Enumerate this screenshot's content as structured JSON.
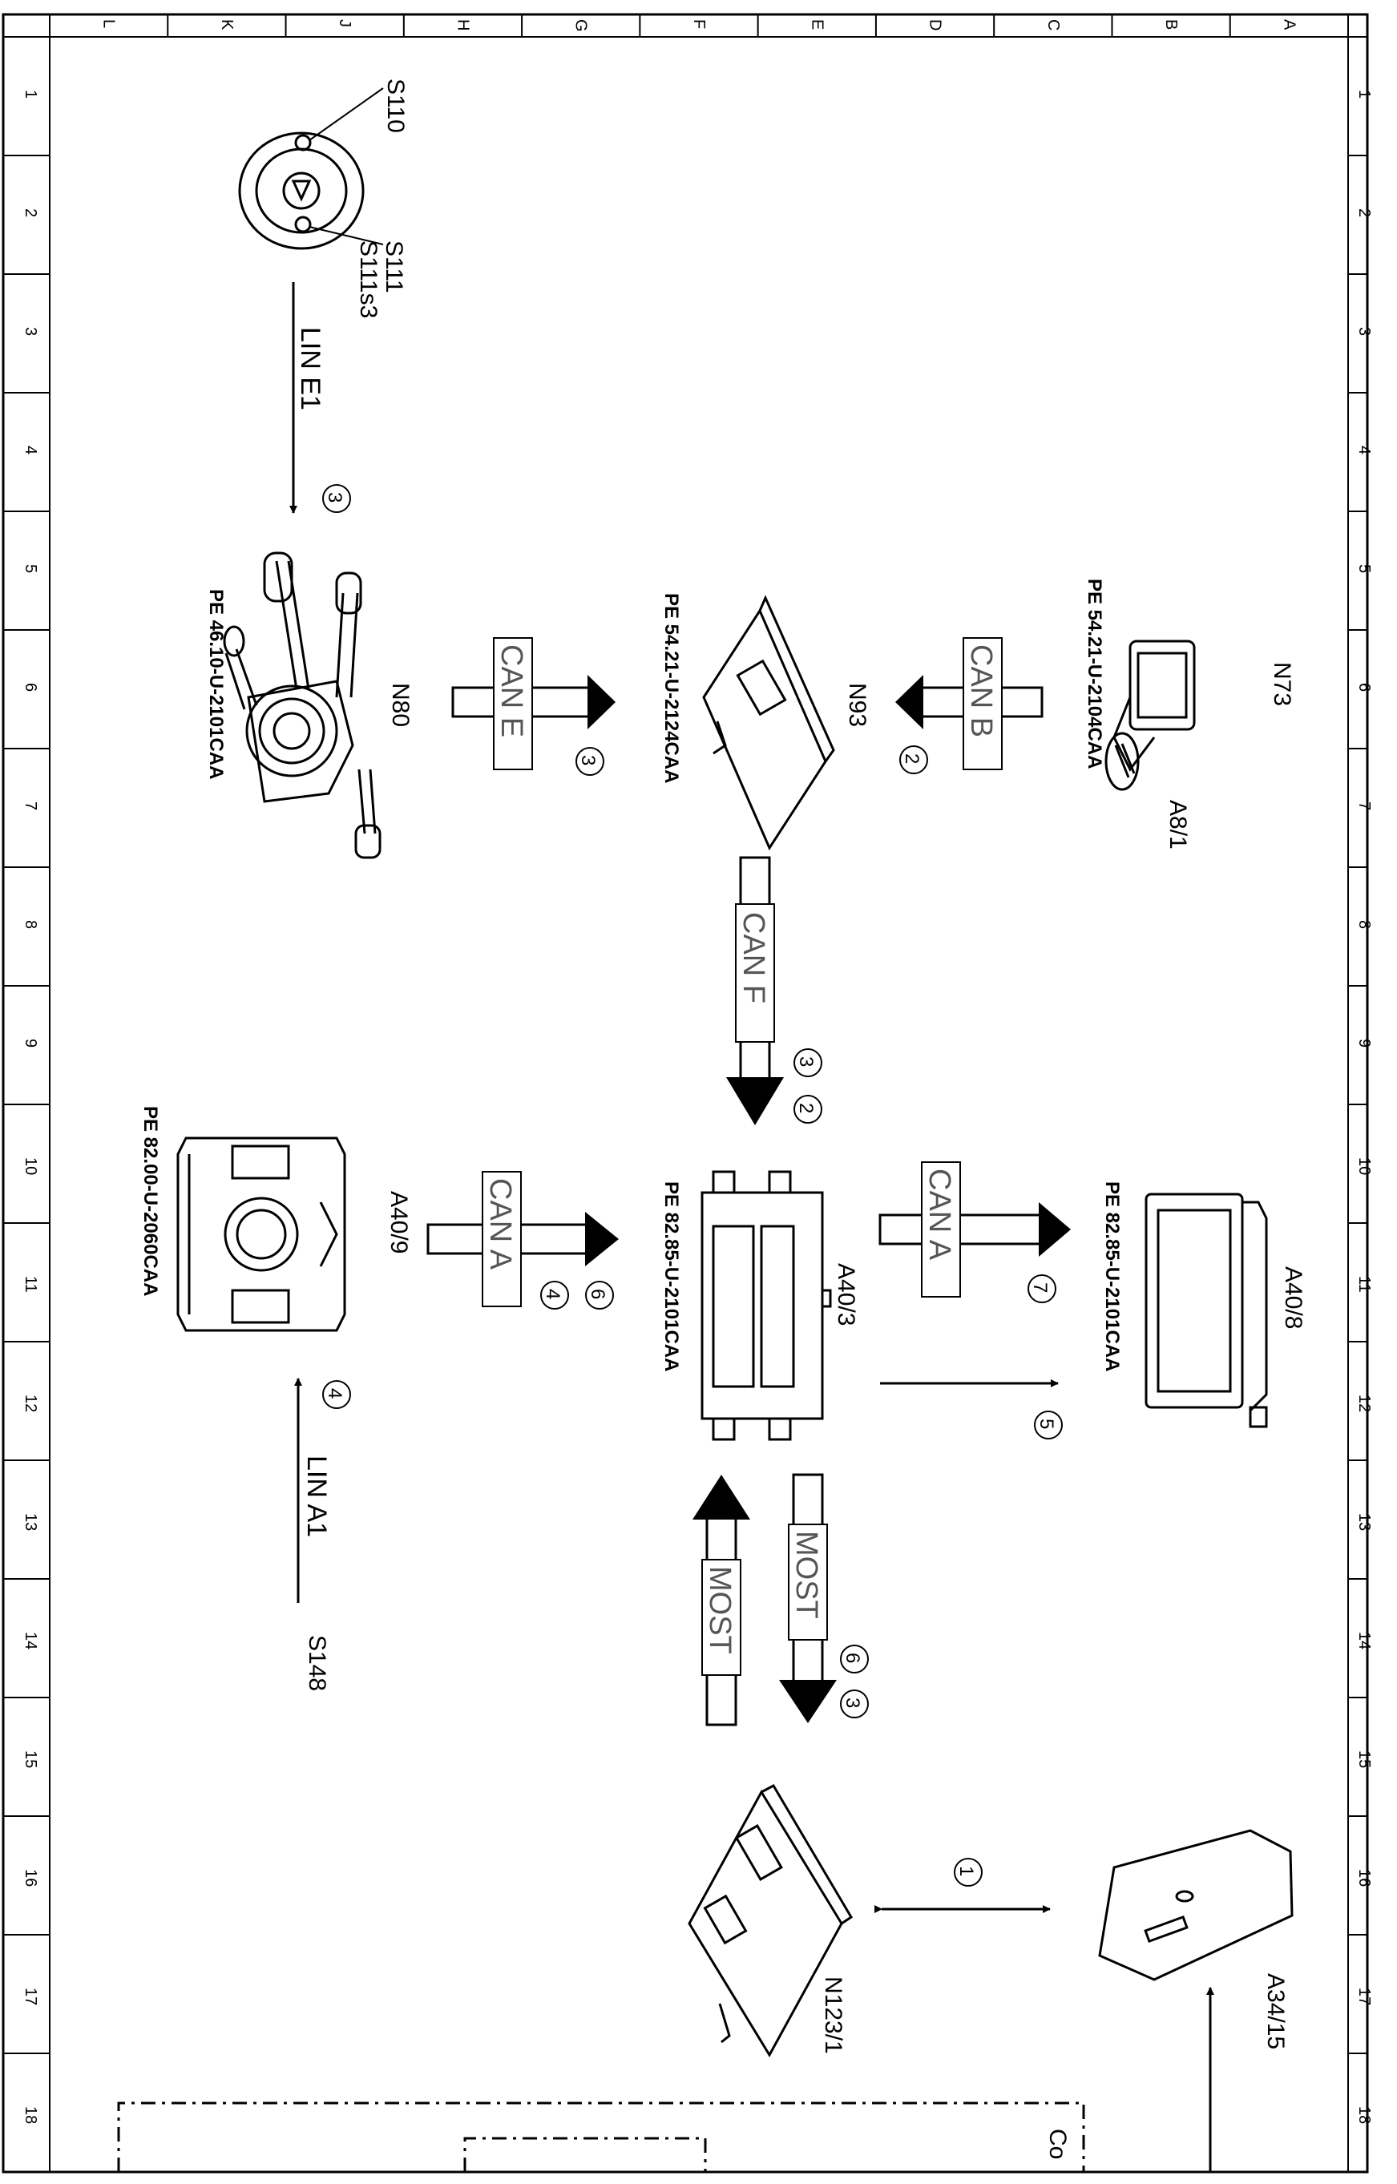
{
  "grid": {
    "columns": [
      "L",
      "K",
      "J",
      "H",
      "G",
      "F",
      "E",
      "D",
      "C",
      "B",
      "A"
    ],
    "rows": [
      "1",
      "2",
      "3",
      "4",
      "5",
      "6",
      "7",
      "8",
      "9",
      "10",
      "11",
      "12",
      "13",
      "14",
      "15",
      "16",
      "17",
      "18"
    ]
  },
  "components": {
    "steering_wheel": {
      "labels": [
        "S110",
        "S111",
        "S111s3"
      ]
    },
    "n80": {
      "label": "N80",
      "ref": "PE 46.10-U-2101CAA"
    },
    "n93": {
      "label": "N93",
      "ref": "PE 54.21-U-2124CAA"
    },
    "n73": {
      "label": "N73",
      "sub_label": "A8/1",
      "ref": "PE 54.21-U-2104CAA"
    },
    "a40_9": {
      "label": "A40/9",
      "ref": "PE 82.00-U-2060CAA"
    },
    "a40_3": {
      "label": "A40/3",
      "ref": "PE 82.85-U-2101CAA"
    },
    "a40_8": {
      "label": "A40/8",
      "ref": "PE 82.85-U-2101CAA"
    },
    "s148": {
      "label": "S148"
    },
    "n123_1": {
      "label": "N123/1"
    },
    "a34_15": {
      "label": "A34/15"
    }
  },
  "buses": {
    "lin_e1": "LIN E1",
    "can_e": "CAN E",
    "can_b": "CAN B",
    "can_f": "CAN F",
    "can_a_left": "CAN A",
    "can_a_right": "CAN A",
    "lin_a1": "LIN A1",
    "most_up": "MOST",
    "most_down": "MOST"
  },
  "markers": {
    "m_lin_e1": "3",
    "m_can_e": "3",
    "m_can_b": "2",
    "m_can_f_a": "3",
    "m_can_f_b": "2",
    "m_can_a_left_a": "6",
    "m_can_a_left_b": "4",
    "m_lin_a1": "4",
    "m_can_a_right": "7",
    "m_a40_8_link": "5",
    "m_most_a": "6",
    "m_most_b": "3",
    "m_n123": "1"
  },
  "corner_fragment": "Co",
  "colors": {
    "line": "#000000",
    "paper": "#ffffff",
    "label_gray": "#555555"
  }
}
